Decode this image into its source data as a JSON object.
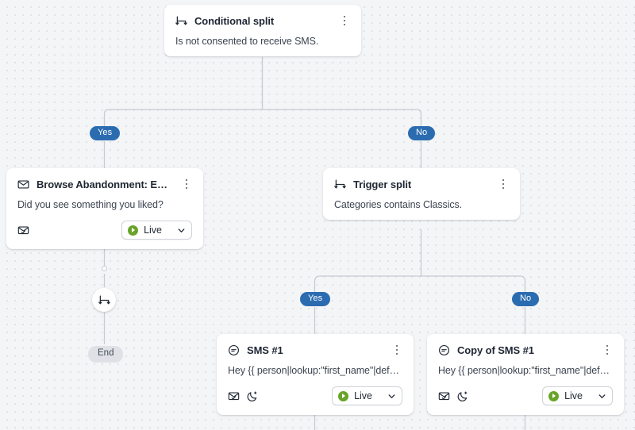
{
  "canvas": {
    "background_color": "#f4f5f7",
    "dot_color": "#dcdee3",
    "wire_color": "#c7cbd2"
  },
  "colors": {
    "branch_pill_bg": "#2b6cb0",
    "branch_pill_text": "#ffffff",
    "end_pill_bg": "#dfe1e6",
    "end_pill_text": "#434a55",
    "live_dot": "#6aa329",
    "card_bg": "#ffffff",
    "title_text": "#1f2733"
  },
  "nodes": {
    "conditional_split": {
      "icon": "split-icon",
      "title": "Conditional split",
      "description": "Is not consented to receive SMS.",
      "menu": "kebab-menu-icon"
    },
    "browse_abandonment_email": {
      "icon": "envelope-icon",
      "title": "Browse Abandonment: Email...",
      "description": "Did you see something you liked?",
      "menu": "kebab-menu-icon",
      "footer_icons": [
        "envelope-check-icon"
      ],
      "status": {
        "label": "Live",
        "indicator": "play-circle-icon",
        "chevron": "chevron-down-icon"
      }
    },
    "trigger_split": {
      "icon": "split-icon",
      "title": "Trigger split",
      "description": "Categories contains Classics.",
      "menu": "kebab-menu-icon"
    },
    "sms_1": {
      "icon": "chat-bubble-icon",
      "title": "SMS #1",
      "description": "Hey {{ person|lookup:\"first_name\"|defaul...",
      "menu": "kebab-menu-icon",
      "footer_icons": [
        "envelope-check-icon",
        "moon-icon"
      ],
      "status": {
        "label": "Live",
        "indicator": "play-circle-icon",
        "chevron": "chevron-down-icon"
      }
    },
    "copy_of_sms_1": {
      "icon": "chat-bubble-icon",
      "title": "Copy of SMS #1",
      "description": "Hey {{ person|lookup:\"first_name\"|defaul...",
      "menu": "kebab-menu-icon",
      "footer_icons": [
        "envelope-check-icon",
        "moon-icon"
      ],
      "status": {
        "label": "Live",
        "indicator": "play-circle-icon",
        "chevron": "chevron-down-icon"
      }
    },
    "split_mid_node": {
      "icon": "split-icon"
    }
  },
  "branches": {
    "top_yes": "Yes",
    "top_no": "No",
    "bottom_yes": "Yes",
    "bottom_no": "No"
  },
  "terminal": {
    "end_label": "End"
  }
}
